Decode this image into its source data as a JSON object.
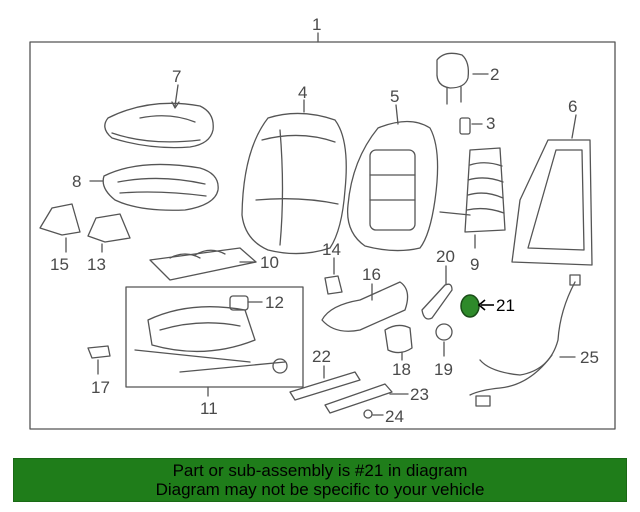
{
  "diagram": {
    "callouts": [
      "1",
      "2",
      "3",
      "4",
      "5",
      "6",
      "7",
      "8",
      "9",
      "10",
      "11",
      "12",
      "13",
      "14",
      "15",
      "16",
      "17",
      "18",
      "19",
      "20",
      "21",
      "22",
      "23",
      "24",
      "25"
    ],
    "highlight_callout": "21",
    "colors": {
      "line": "#555555",
      "label": "#4a4a4a",
      "highlight_fill": "#2e8a2a",
      "highlight_label": "#000000"
    }
  },
  "caption": {
    "line1": "Part or sub-assembly is #21 in diagram",
    "line2": "Diagram may not be specific to your vehicle",
    "background": "#1f7d1a"
  }
}
